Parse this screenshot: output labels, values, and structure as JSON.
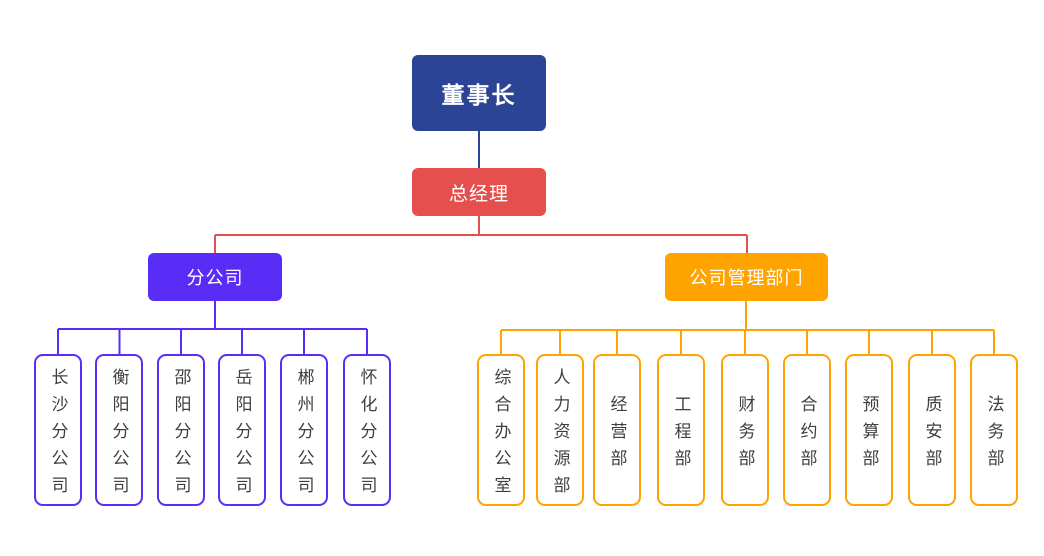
{
  "colors": {
    "canvas_bg": "#FFFFFF",
    "chairman_bg": "#2B4496",
    "gm_bg": "#E5504F",
    "branch_bg": "#5A2DF6",
    "mgmt_bg": "#FFA300",
    "leaf_text": "#3F3F3F"
  },
  "org_chart": {
    "chairman": "董事长",
    "general_manager": "总经理",
    "branches": [
      {
        "label": "分公司",
        "children": [
          "长沙分公司",
          "衡阳分公司",
          "邵阳分公司",
          "岳阳分公司",
          "郴州分公司",
          "怀化分公司"
        ]
      },
      {
        "label": "公司管理部门",
        "children": [
          "综合办公室",
          "人力资源部",
          "经营部",
          "工程部",
          "财务部",
          "合约部",
          "预算部",
          "质安部",
          "法务部"
        ]
      }
    ]
  }
}
